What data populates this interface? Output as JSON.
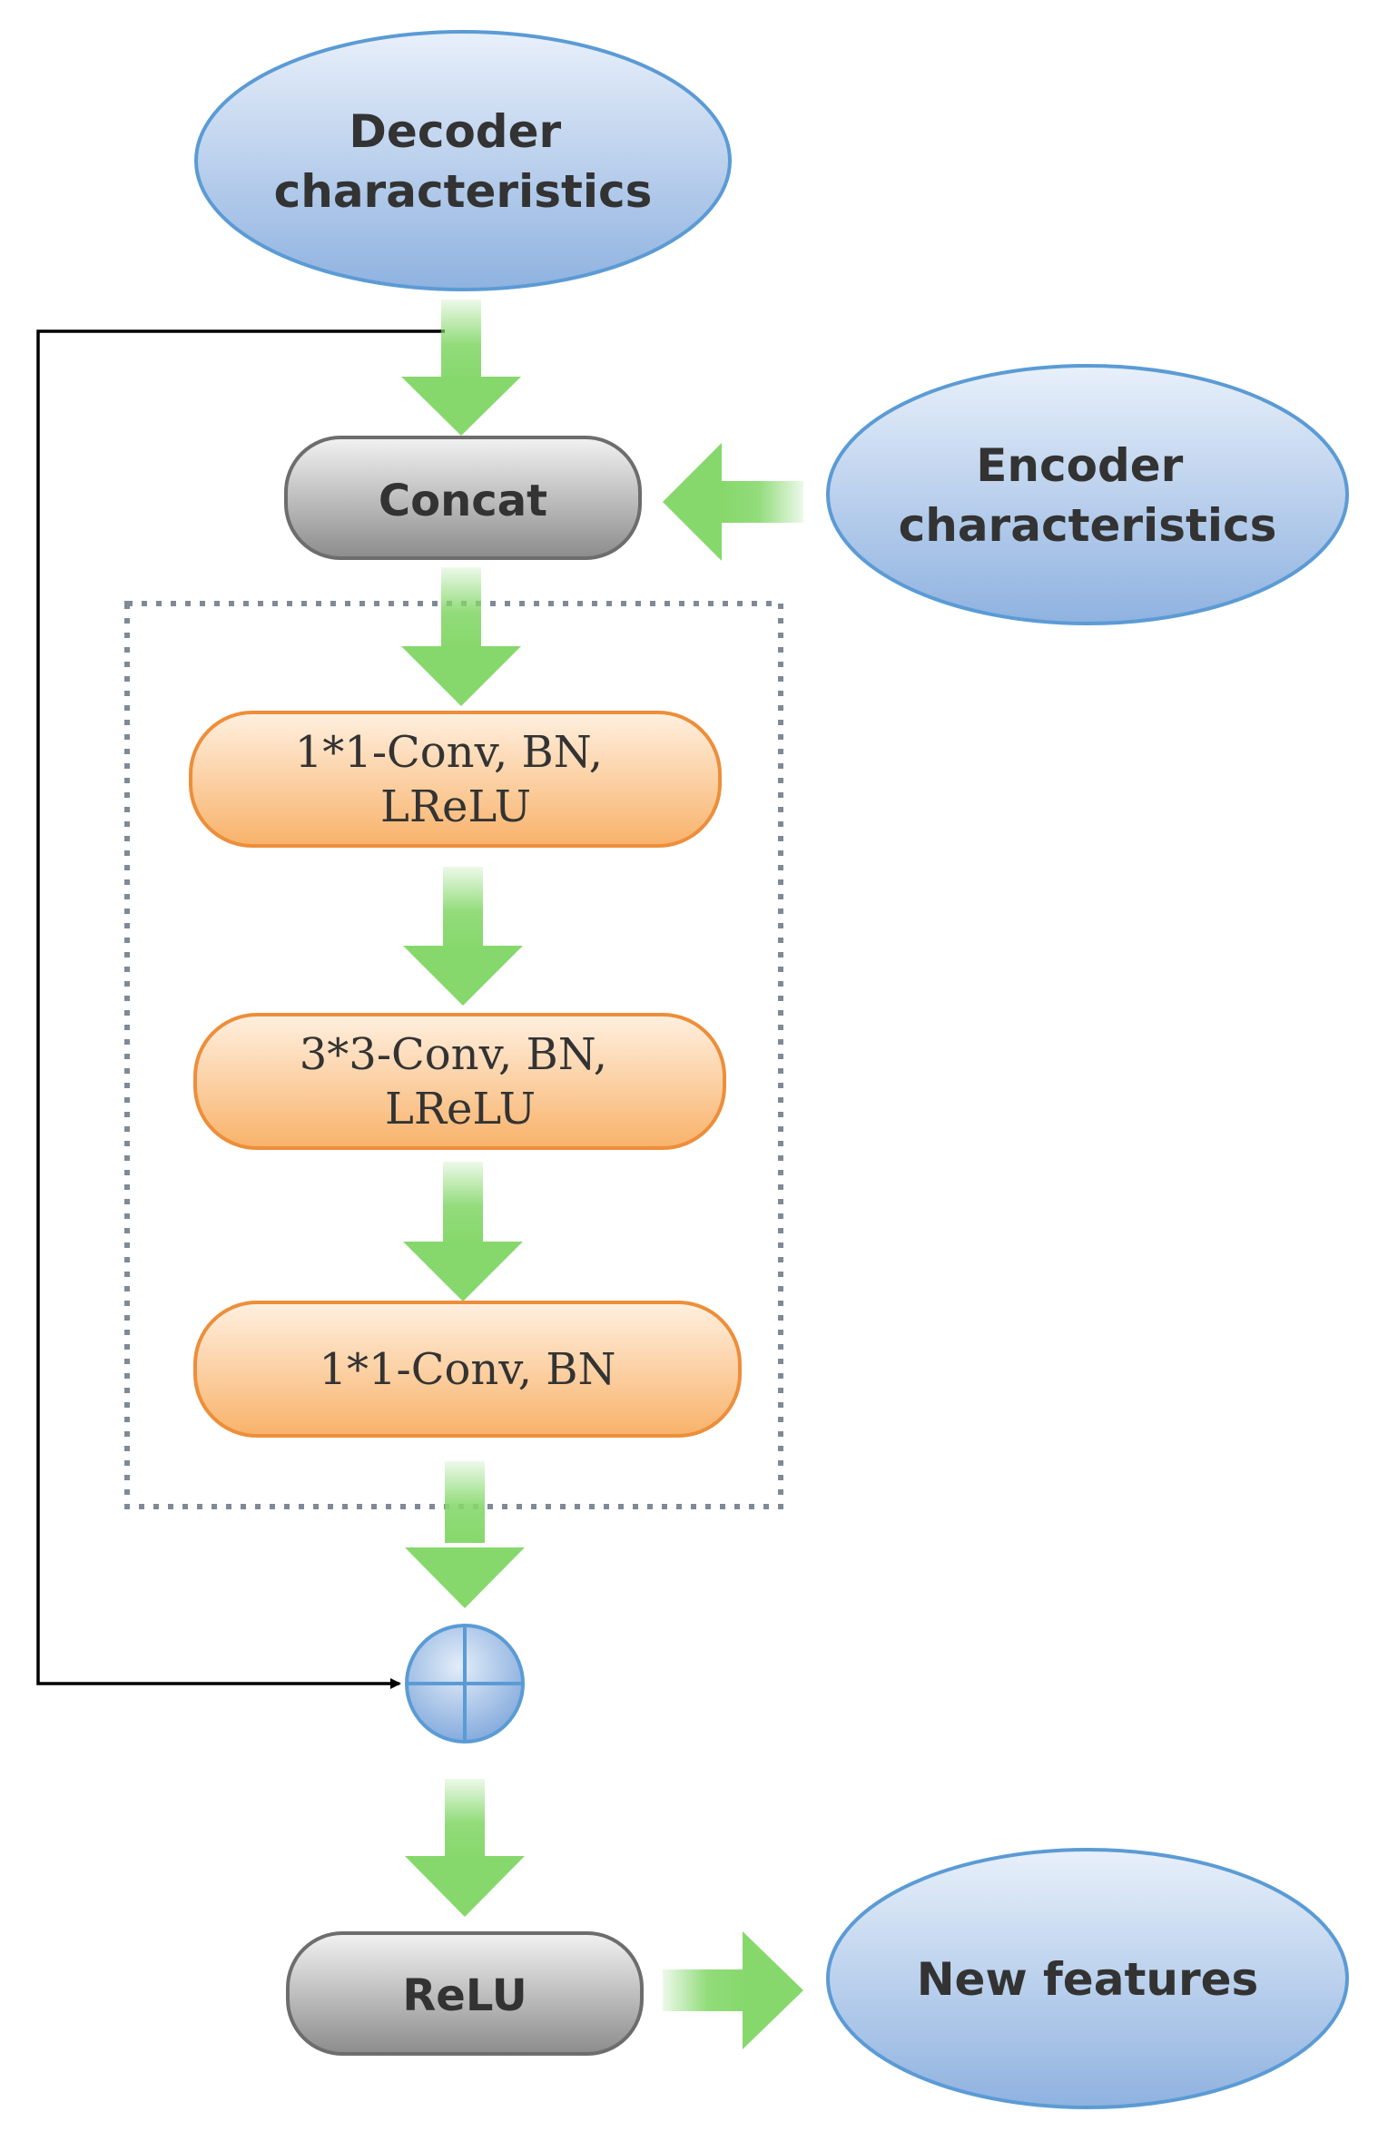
{
  "nodes": {
    "decoder": {
      "lines": [
        "Decoder",
        "characteristics"
      ]
    },
    "encoder": {
      "lines": [
        "Encoder",
        "characteristics"
      ]
    },
    "concat": {
      "label": "Concat"
    },
    "conv1": {
      "lines": [
        "1*1-Conv, BN,",
        "LReLU"
      ]
    },
    "conv2": {
      "lines": [
        "3*3-Conv, BN,",
        "LReLU"
      ]
    },
    "conv3": {
      "label": "1*1-Conv, BN"
    },
    "relu": {
      "label": "ReLU"
    },
    "new_features": {
      "label": "New features"
    }
  },
  "colors": {
    "ellipse_fill_top": "#e8f0fa",
    "ellipse_fill_bottom": "#8fb2e0",
    "ellipse_stroke": "#5b9bd5",
    "orange_fill_top": "#fff0e0",
    "orange_fill_bottom": "#f8b26a",
    "orange_stroke": "#ed8e3a",
    "gray_fill_top": "#f2f2f2",
    "gray_fill_bottom": "#8c8c8c",
    "gray_stroke": "#6d6d6d",
    "arrow_green": "#86d86c",
    "dotted_border": "#7f8a96",
    "skip_line": "#000000"
  },
  "icons": {
    "sum": "circle-plus-icon"
  }
}
